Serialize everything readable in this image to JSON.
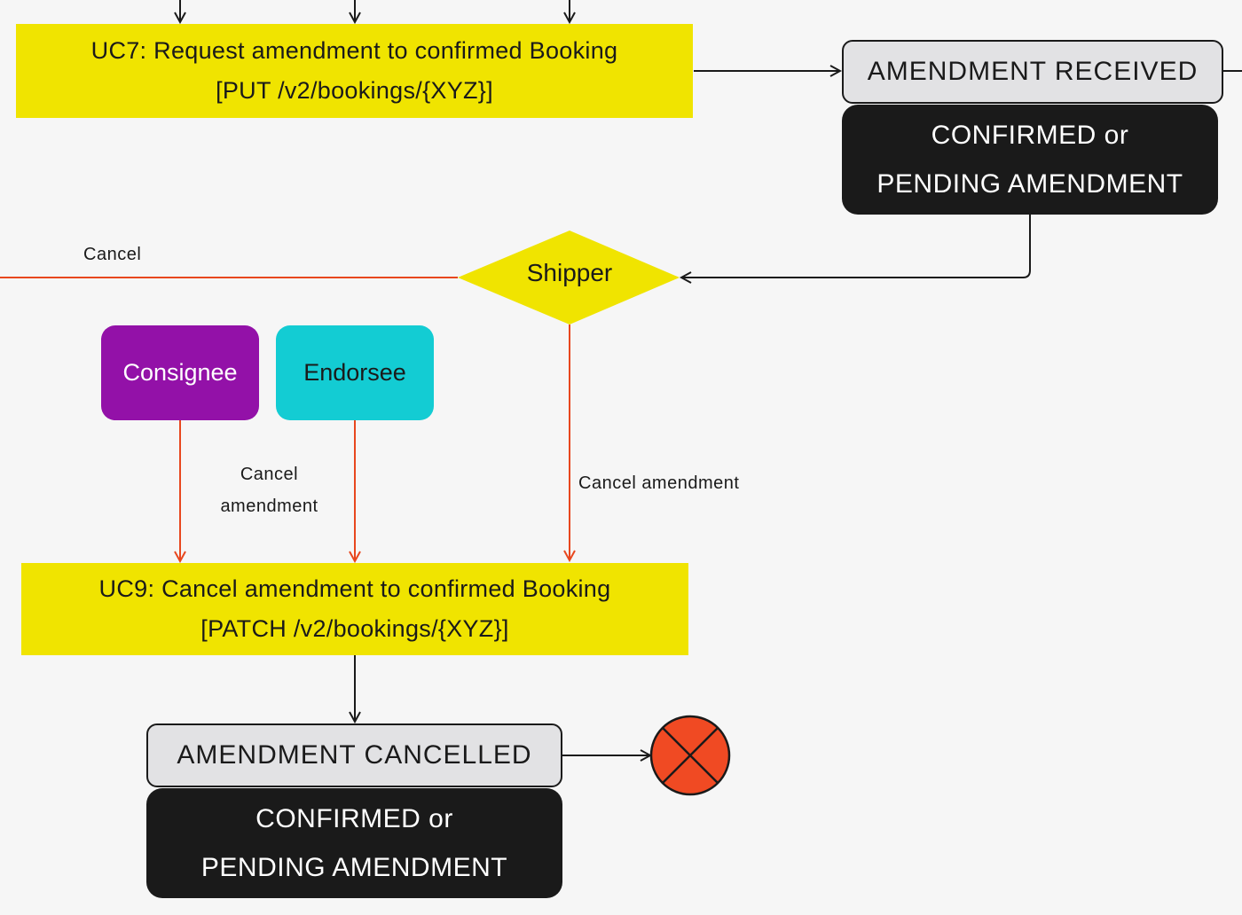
{
  "colors": {
    "background": "#f6f6f6",
    "use_case_fill": "#f0e400",
    "state_header_fill": "#e2e2e4",
    "state_body_fill": "#1a1a1a",
    "cancel_line": "#e8471e",
    "consignee_fill": "#9311a8",
    "endorsee_fill": "#13ccd3",
    "final_state_fill": "#f04a23"
  },
  "use_cases": {
    "uc7": {
      "line1": "UC7: Request amendment to confirmed Booking",
      "line2": "[PUT /v2/bookings/{XYZ}]"
    },
    "uc9": {
      "line1": "UC9: Cancel amendment to confirmed Booking",
      "line2": "[PATCH /v2/bookings/{XYZ}]"
    }
  },
  "states": {
    "amendment_received": {
      "header": "AMENDMENT RECEIVED",
      "body_line1": "CONFIRMED or",
      "body_line2": "PENDING AMENDMENT"
    },
    "amendment_cancelled": {
      "header": "AMENDMENT CANCELLED",
      "body_line1": "CONFIRMED or",
      "body_line2": "PENDING AMENDMENT"
    }
  },
  "decision": {
    "label": "Shipper"
  },
  "actors": {
    "consignee": "Consignee",
    "endorsee": "Endorsee"
  },
  "edge_labels": {
    "cancel": "Cancel",
    "consignee_endorsee_cancel_line1": "Cancel",
    "consignee_endorsee_cancel_line2": "amendment",
    "shipper_cancel_amendment": "Cancel amendment"
  },
  "final_state": {
    "icon": "final-state-x-icon"
  }
}
